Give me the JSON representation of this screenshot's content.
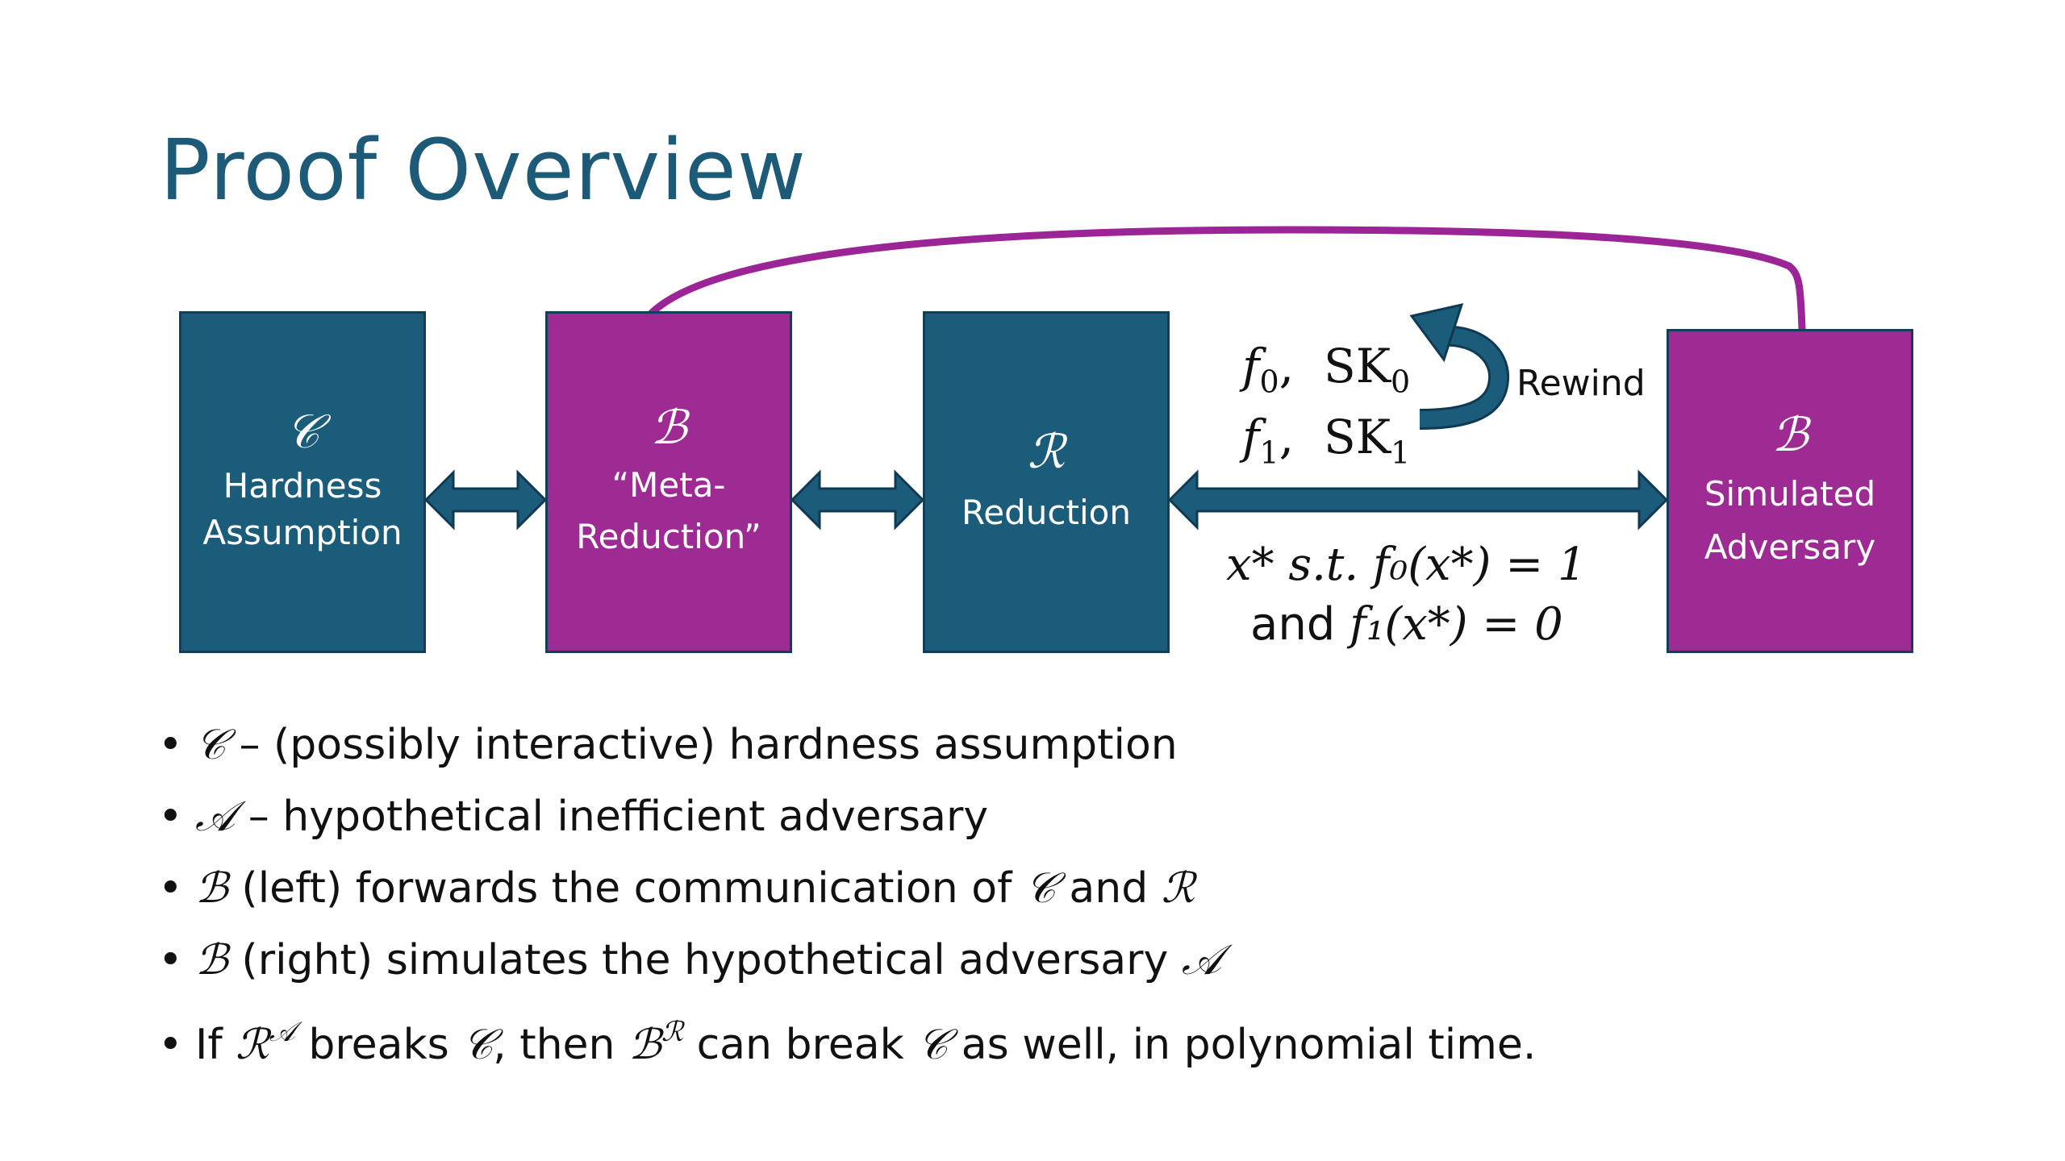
{
  "title": "Proof Overview",
  "boxes": {
    "c": {
      "symbol": "𝒞",
      "line1": "Hardness",
      "line2": "Assumption",
      "color": "#1b5c7b"
    },
    "b_left": {
      "symbol": "ℬ",
      "line1": "“Meta-",
      "line2": "Reduction”",
      "color": "#9e2a93"
    },
    "r": {
      "symbol": "ℛ",
      "line1": "Reduction",
      "color": "#1b5c7b"
    },
    "b_right": {
      "symbol": "ℬ",
      "line1": "Simulated",
      "line2": "Adversary",
      "color": "#9e2a93"
    }
  },
  "annotations": {
    "f0": "f",
    "f0_sub": "0",
    "sk0": "SK",
    "sk0_sub": "0",
    "f1": "f",
    "f1_sub": "1",
    "sk1": "SK",
    "sk1_sub": "1",
    "rewind": "Rewind",
    "cond_line1": "x* s.t. f₀(x*) = 1",
    "cond_line2_prefix": "and",
    "cond_line2_math": "f₁(x*) = 0"
  },
  "bullets": {
    "b1_sym": "𝒞",
    "b1_text": " – (possibly interactive) hardness assumption",
    "b2_sym": "𝒜",
    "b2_text": " – hypothetical inefficient adversary",
    "b3_sym": "ℬ",
    "b3_text": " (left) forwards the communication of ",
    "b3_sym2": "𝒞",
    "b3_text2": " and ",
    "b3_sym3": "ℛ",
    "b4_sym": "ℬ",
    "b4_text": " (right) simulates the hypothetical adversary ",
    "b4_sym2": "𝒜",
    "b5_text1": "If ",
    "b5_sym1": "ℛ",
    "b5_sup1": "𝒜",
    "b5_text2": " breaks ",
    "b5_sym2": "𝒞",
    "b5_text3": ", then ",
    "b5_sym3": "ℬ",
    "b5_sup2": "ℛ",
    "b5_text4": " can break ",
    "b5_sym4": "𝒞",
    "b5_text5": "  as well, in polynomial time."
  },
  "colors": {
    "teal": "#1b5c7b",
    "purple": "#9e2a93",
    "arrow": "#1b5c7b",
    "title": "#1c5a78",
    "arc": "#9b2596"
  }
}
